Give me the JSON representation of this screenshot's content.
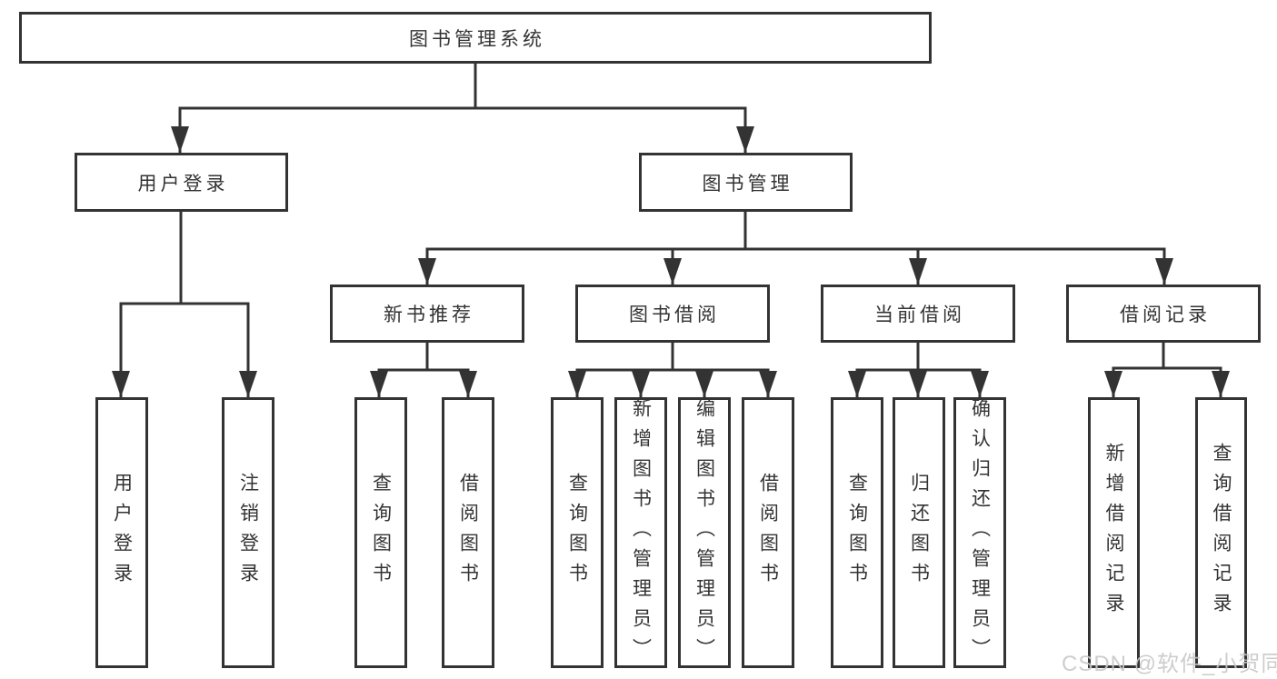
{
  "nodes": {
    "root": "图书管理系统",
    "level2": [
      "用户登录",
      "图书管理"
    ],
    "level3": [
      "新书推荐",
      "图书借阅",
      "当前借阅",
      "借阅记录"
    ],
    "leaves": {
      "login": [
        "用户登录",
        "注销登录"
      ],
      "recommend": [
        "查询图书",
        "借阅图书"
      ],
      "borrow": [
        "查询图书",
        "新增图书（管理员）",
        "编辑图书（管理员）",
        "借阅图书"
      ],
      "current": [
        "查询图书",
        "归还图书",
        "确认归还（管理员）"
      ],
      "records": [
        "新增借阅记录",
        "查询借阅记录"
      ]
    }
  },
  "watermark": "CSDN @软件_小贺同学",
  "colors": {
    "line": "#333333",
    "text": "#333333",
    "box_background": "#ffffff",
    "watermark": "#c8c8c8",
    "background": "#ffffff"
  }
}
